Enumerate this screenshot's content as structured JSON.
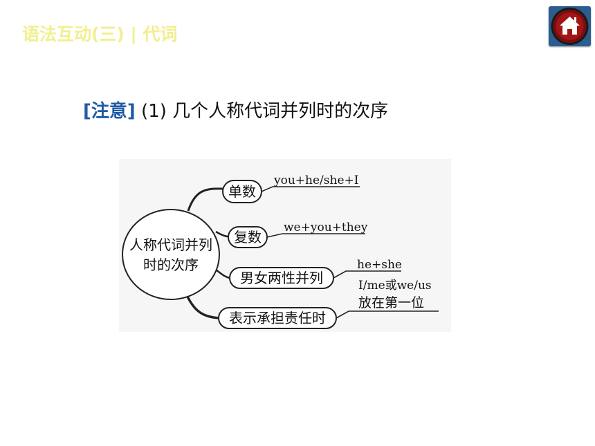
{
  "header": {
    "title": "语法互动(三) | 代词",
    "home_icon": "home-icon"
  },
  "note": {
    "tag": "[注意]",
    "text": "(1) 几个人称代词并列时的次序"
  },
  "diagram": {
    "center_line1": "人称代词并列",
    "center_line2": "时的次序",
    "branches": [
      {
        "label": "单数",
        "details": [
          "you+he/she+I"
        ]
      },
      {
        "label": "复数",
        "details": [
          "we+you+they"
        ]
      },
      {
        "label": "男女两性并列",
        "details": [
          "he+she"
        ]
      },
      {
        "label": "表示承担责任时",
        "details": [
          "I/me或we/us",
          "放在第一位"
        ]
      }
    ]
  },
  "colors": {
    "title": "#f2ef8f",
    "note_tag": "#1f5aa6",
    "home_button_bg": "#2b5d8f",
    "home_button_ring": "#7a0d0d"
  }
}
